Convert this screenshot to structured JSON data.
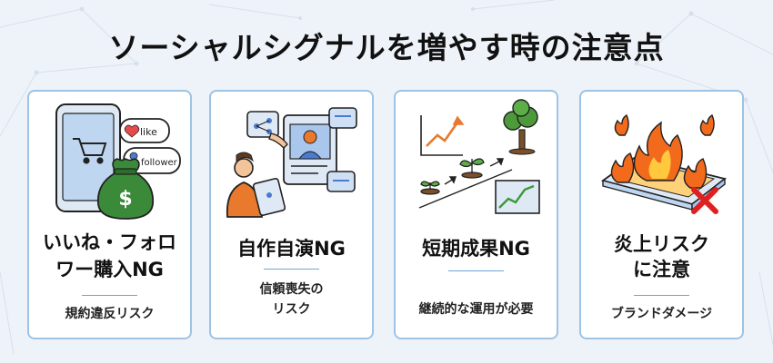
{
  "title": "ソーシャルシグナルを増やす時の注意点",
  "cards": [
    {
      "heading_line1": "いいね・フォロ",
      "heading_line2": "ワー購入NG",
      "note_line1": "規約違反リスク",
      "illus_like": "like",
      "illus_follower": "follower",
      "illus_dollar": "$"
    },
    {
      "heading_line1": "自作自演NG",
      "note_line1": "信頼喪失の",
      "note_line2": "リスク"
    },
    {
      "heading_line1": "短期成果NG",
      "note_line1": "継続的な運用が必要"
    },
    {
      "heading_line1": "炎上リスク",
      "heading_line2": "に注意",
      "note_line1": "ブランドダメージ"
    }
  ],
  "colors": {
    "background": "#eef3f9",
    "card_border": "#9ec3e3",
    "divider": "#6fa6d6",
    "money_green": "#3a8a3a",
    "fire_orange": "#f26a1b",
    "cross_red": "#e02020",
    "person_orange": "#e8792d"
  }
}
